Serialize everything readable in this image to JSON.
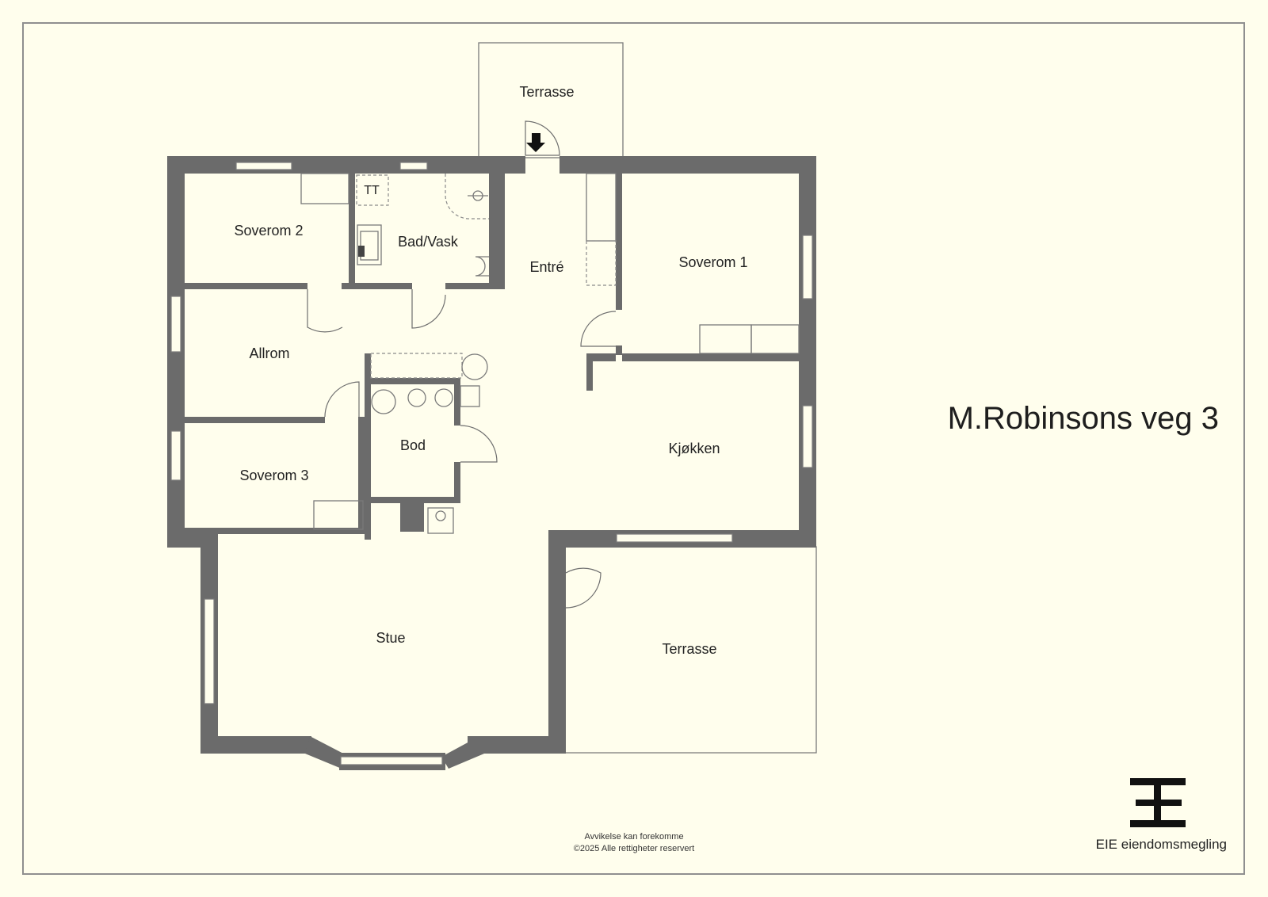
{
  "rooms": {
    "terrasse_top": "Terrasse",
    "soverom2": "Soverom 2",
    "tt": "TT",
    "bad_vask": "Bad/Vask",
    "entre": "Entré",
    "soverom1": "Soverom 1",
    "allrom": "Allrom",
    "bod": "Bod",
    "soverom3": "Soverom 3",
    "kjokken": "Kjøkken",
    "stue": "Stue",
    "terrasse_right": "Terrasse"
  },
  "title": "M.Robinsons veg 3",
  "disclaimer": {
    "line1": "Avvikelse kan forekomme",
    "line2": "©2025 Alle rettigheter reservert"
  },
  "brand": {
    "name": "EIE eiendomsmegling",
    "logo_icon": "eie-logo-icon"
  },
  "colors": {
    "background": "#fffeed",
    "wall": "#6b6b6b",
    "frame": "#8f8f8f"
  }
}
